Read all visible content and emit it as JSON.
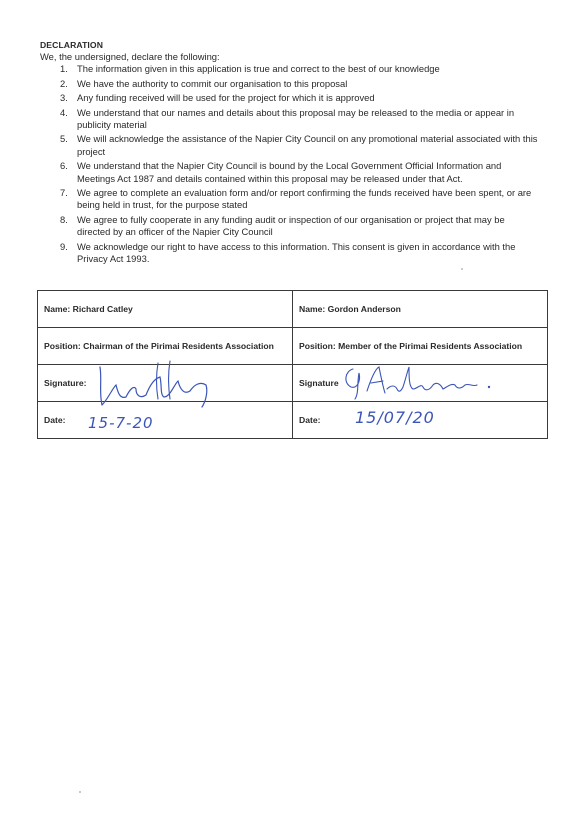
{
  "declaration": {
    "heading": "DECLARATION",
    "intro": "We, the undersigned, declare the following:",
    "clauses": [
      {
        "num": "1.",
        "text": "The information given in this application is true and correct to the best of our knowledge"
      },
      {
        "num": "2.",
        "text": "We have the authority to commit our organisation to this proposal"
      },
      {
        "num": "3.",
        "text": "Any funding received will be used for the project for which it is approved"
      },
      {
        "num": "4.",
        "text": "We understand that our names and details about this proposal may be released to the media or appear in publicity material"
      },
      {
        "num": "5.",
        "text": "We will acknowledge the assistance of the Napier City Council on any promotional material associated with this project"
      },
      {
        "num": "6.",
        "text": "We understand that the Napier City Council is bound by the Local Government Official Information and Meetings Act 1987 and details contained within this proposal may be released under that Act."
      },
      {
        "num": "7.",
        "text": "We agree to complete an evaluation form and/or report confirming the funds received have been spent, or are being held in trust, for the purpose stated"
      },
      {
        "num": "8.",
        "text": "We agree to fully cooperate in any funding audit or inspection of our organisation or project that may be directed by an officer of the Napier City Council"
      },
      {
        "num": "9.",
        "text": "We acknowledge our right to have access to this information.  This consent is given in accordance with the Privacy Act 1993."
      }
    ]
  },
  "signatories": [
    {
      "name": "Name: Richard Catley",
      "position": "Position: Chairman of the Pirimai Residents Association",
      "signature_label": "Signature:",
      "date_label": "Date:",
      "date_value": "15-7-20"
    },
    {
      "name": "Name: Gordon Anderson",
      "position": "Position: Member of the Pirimai Residents Association",
      "signature_label": "Signature",
      "date_label": "Date:",
      "date_value": "15/07/20"
    }
  ],
  "colors": {
    "ink": "#3b55b8",
    "text": "#2a2a2a",
    "border": "#3a3a3a"
  }
}
